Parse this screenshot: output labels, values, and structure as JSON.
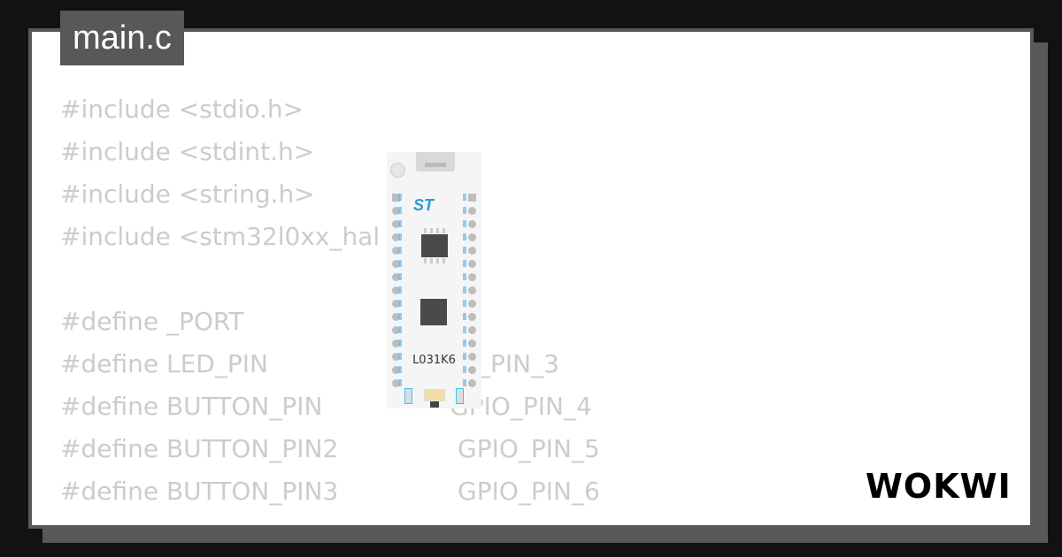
{
  "file_tab": {
    "label": "main.c"
  },
  "code": {
    "lines": [
      "#include <stdio.h>",
      "#include <stdint.h>",
      "#include <string.h>",
      "#include <stm32l0xx_hal",
      "",
      "#define _PORT",
      "#define LED_PIN",
      "#define BUTTON_PIN",
      "#define BUTTON_PIN2",
      "#define BUTTON_PIN3"
    ],
    "values": {
      "led_pin": "_PIN_3",
      "button_pin": "GPIO_PIN_4",
      "button_pin2": "GPIO_PIN_5",
      "button_pin3": "GPIO_PIN_6"
    }
  },
  "board": {
    "name": "L031K6",
    "logo": "ST",
    "colors": {
      "pin_label": "#6fb7ea",
      "led_outline": "#36c4f0",
      "chip": "#4a4a4a"
    }
  },
  "brand": {
    "logo_text": "WOKWI"
  }
}
